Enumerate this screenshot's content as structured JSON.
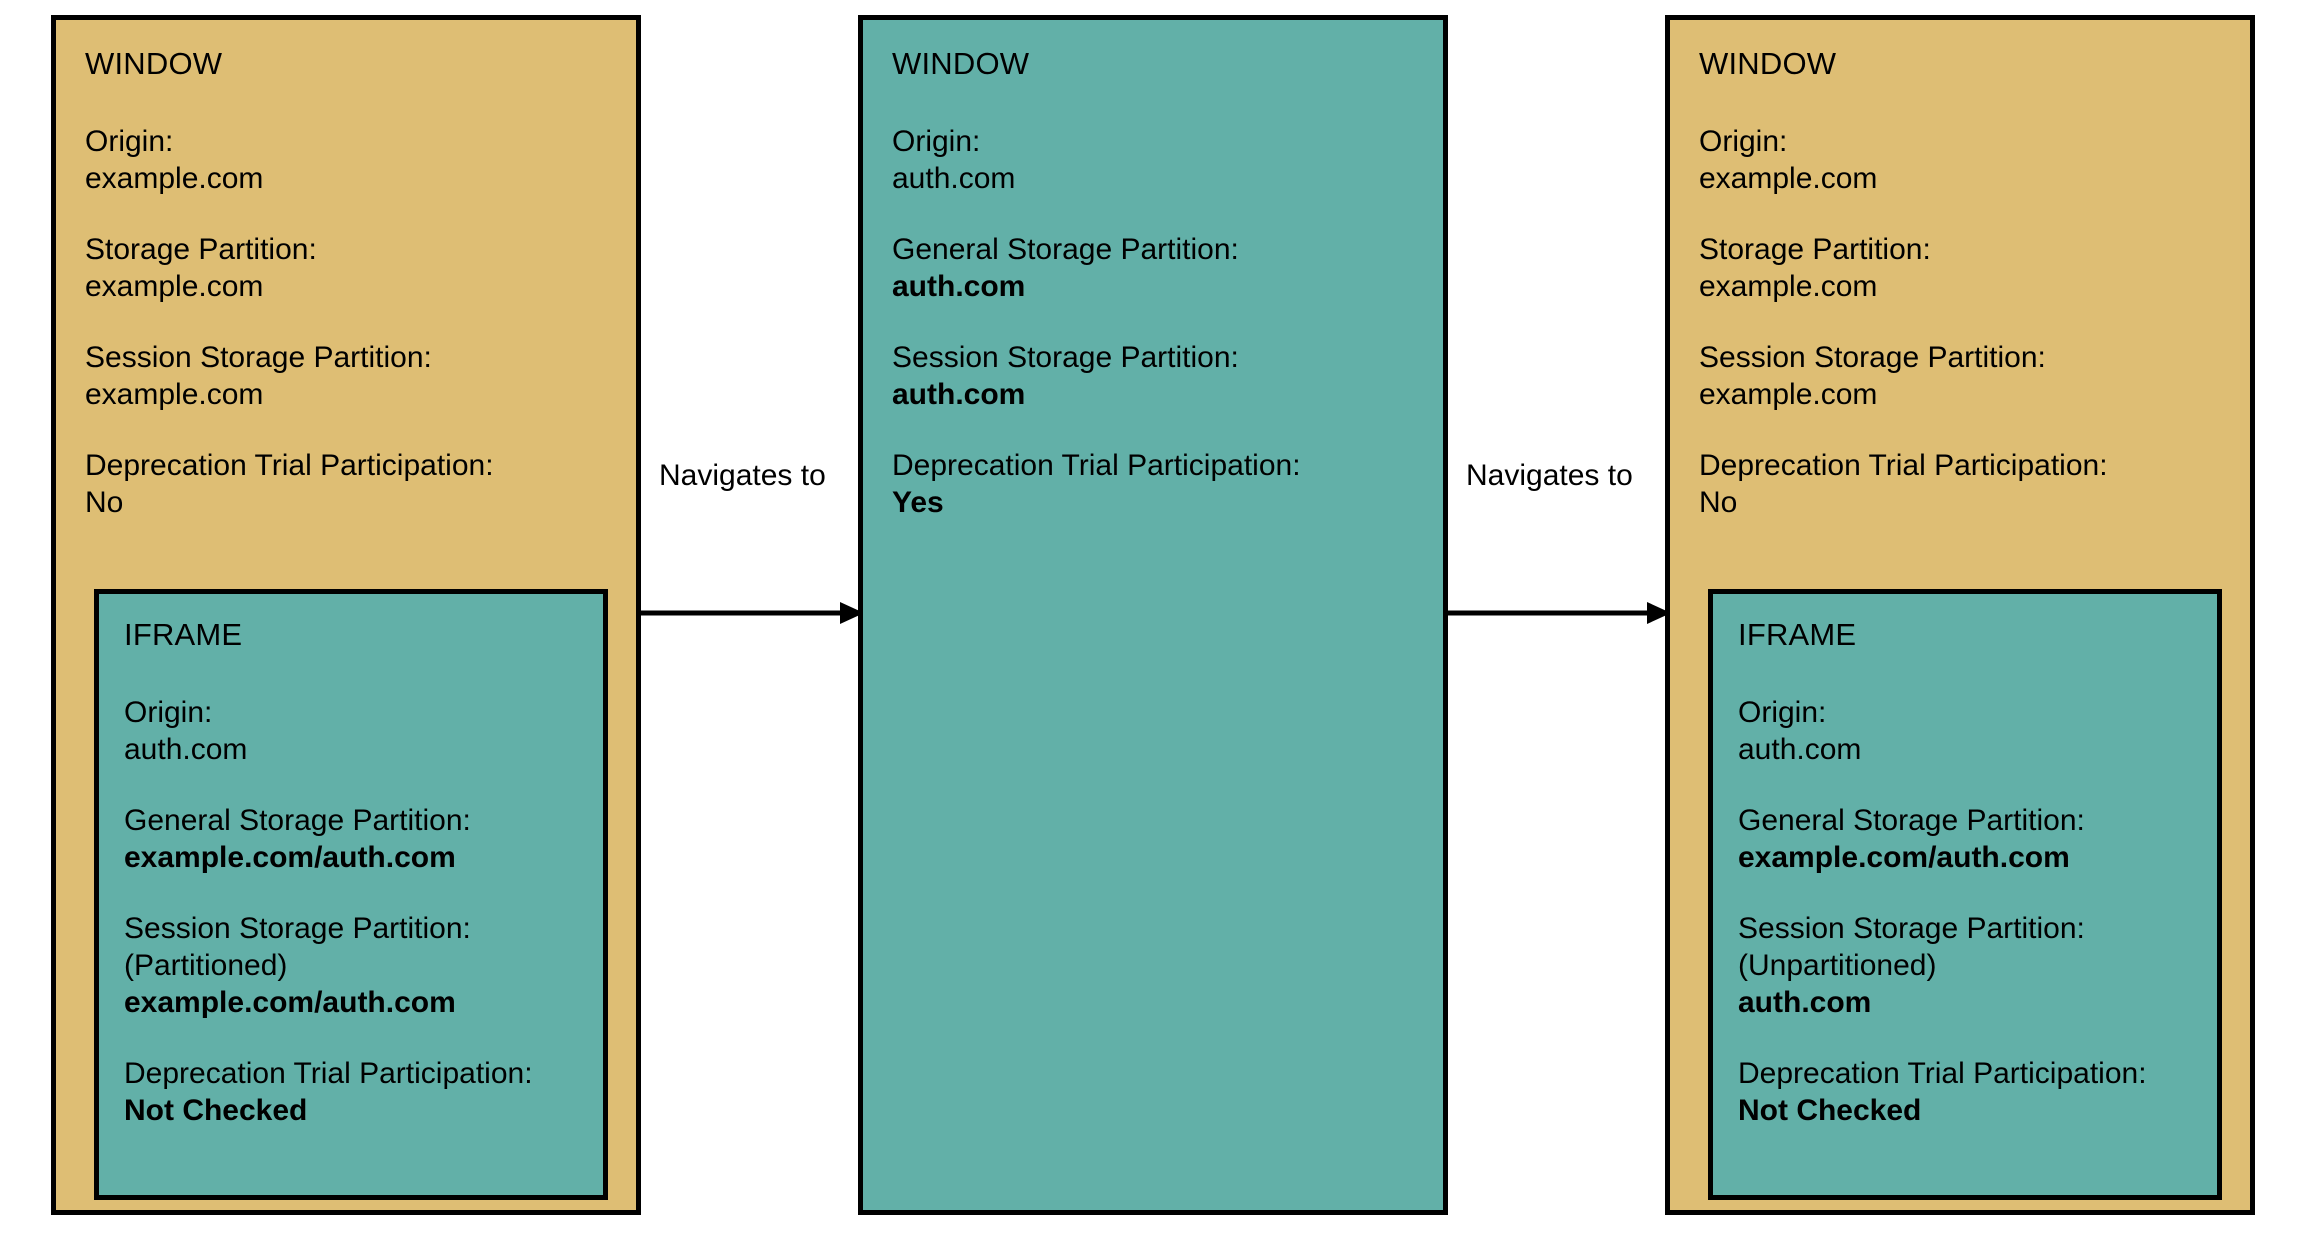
{
  "colors": {
    "window_tan": "#debe74",
    "iframe_teal": "#62b0a8",
    "border": "#000000",
    "text": "#000000"
  },
  "panels": [
    {
      "id": "panel-1",
      "heading": "WINDOW",
      "fill": "#debe74",
      "fields": [
        {
          "label": "Origin:",
          "value": "example.com",
          "bold": false
        },
        {
          "label": "Storage Partition:",
          "value": "example.com",
          "bold": false
        },
        {
          "label": "Session Storage Partition:",
          "value": "example.com",
          "bold": false
        },
        {
          "label": "Deprecation Trial Participation:",
          "value": "No",
          "bold": false
        }
      ],
      "iframe": {
        "heading": "IFRAME",
        "fill": "#62b0a8",
        "fields": [
          {
            "label": "Origin:",
            "value": "auth.com",
            "bold": false
          },
          {
            "label": "General Storage Partition:",
            "value": "example.com/auth.com",
            "bold": true
          },
          {
            "label": "Session Storage Partition:",
            "sub": "(Partitioned)",
            "value": "example.com/auth.com",
            "bold": true
          },
          {
            "label": "Deprecation Trial Participation:",
            "value": "Not Checked",
            "bold": true
          }
        ]
      }
    },
    {
      "id": "panel-2",
      "heading": "WINDOW",
      "fill": "#62b0a8",
      "fields": [
        {
          "label": "Origin:",
          "value": "auth.com",
          "bold": false
        },
        {
          "label": "General Storage Partition:",
          "value": "auth.com",
          "bold": true
        },
        {
          "label": "Session Storage Partition:",
          "value": "auth.com",
          "bold": true
        },
        {
          "label": "Deprecation Trial Participation:",
          "value": "Yes",
          "bold": true
        }
      ],
      "iframe": null
    },
    {
      "id": "panel-3",
      "heading": "WINDOW",
      "fill": "#debe74",
      "fields": [
        {
          "label": "Origin:",
          "value": "example.com",
          "bold": false
        },
        {
          "label": "Storage Partition:",
          "value": "example.com",
          "bold": false
        },
        {
          "label": "Session Storage Partition:",
          "value": "example.com",
          "bold": false
        },
        {
          "label": "Deprecation Trial Participation:",
          "value": "No",
          "bold": false
        }
      ],
      "iframe": {
        "heading": "IFRAME",
        "fill": "#62b0a8",
        "fields": [
          {
            "label": "Origin:",
            "value": "auth.com",
            "bold": false
          },
          {
            "label": "General Storage Partition:",
            "value": "example.com/auth.com",
            "bold": true
          },
          {
            "label": "Session Storage Partition:",
            "sub": "(Unpartitioned)",
            "value": "auth.com",
            "bold": true
          },
          {
            "label": "Deprecation Trial Participation:",
            "value": "Not Checked",
            "bold": true
          }
        ]
      }
    }
  ],
  "arrows": [
    {
      "id": "arrow-1",
      "label": "Navigates to"
    },
    {
      "id": "arrow-2",
      "label": "Navigates to"
    }
  ]
}
